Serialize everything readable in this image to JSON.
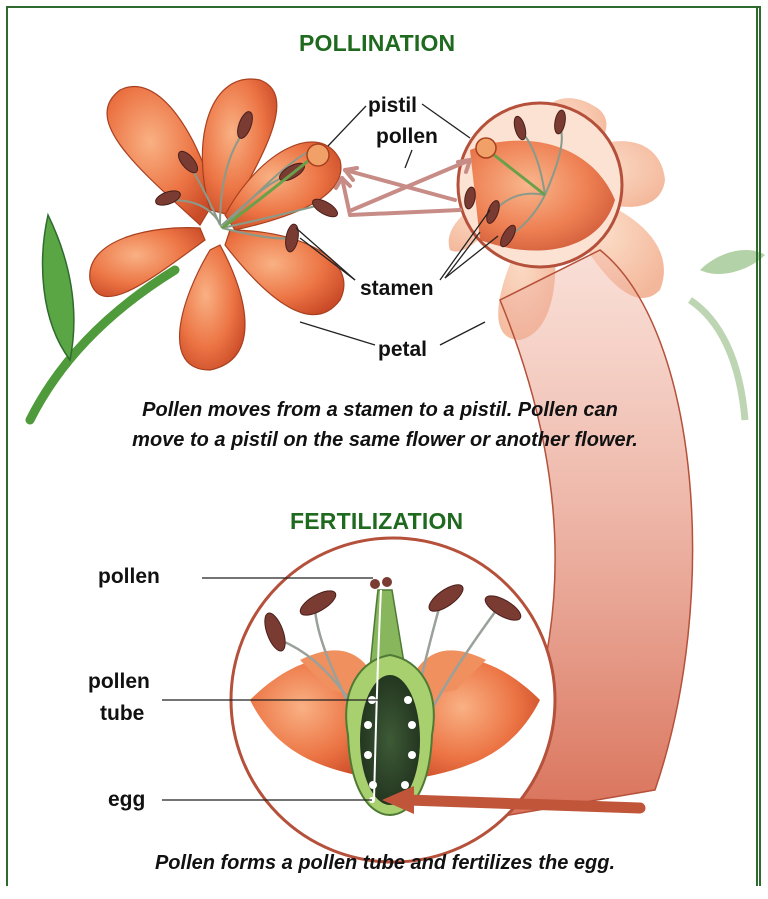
{
  "pollination": {
    "title": "POLLINATION",
    "labels": {
      "pistil": "pistil",
      "pollen": "pollen",
      "stamen": "stamen",
      "petal": "petal"
    },
    "caption_line1": "Pollen moves from a stamen to a pistil. Pollen can",
    "caption_line2": "move to a pistil on the same flower or another flower."
  },
  "fertilization": {
    "title": "FERTILIZATION",
    "labels": {
      "pollen": "pollen",
      "pollen_tube_line1": "pollen",
      "pollen_tube_line2": "tube",
      "egg": "egg"
    },
    "caption": "Pollen forms a pollen tube and fertilizes the egg."
  },
  "colors": {
    "frame": "#2f6b2f",
    "heading": "#1f6a1f",
    "petal": "#e8673a",
    "petal_light": "#f6a070",
    "anther": "#7a3b33",
    "stem": "#4f9a3a",
    "arrow": "#c0553a",
    "circle_outline": "#b5503a"
  }
}
